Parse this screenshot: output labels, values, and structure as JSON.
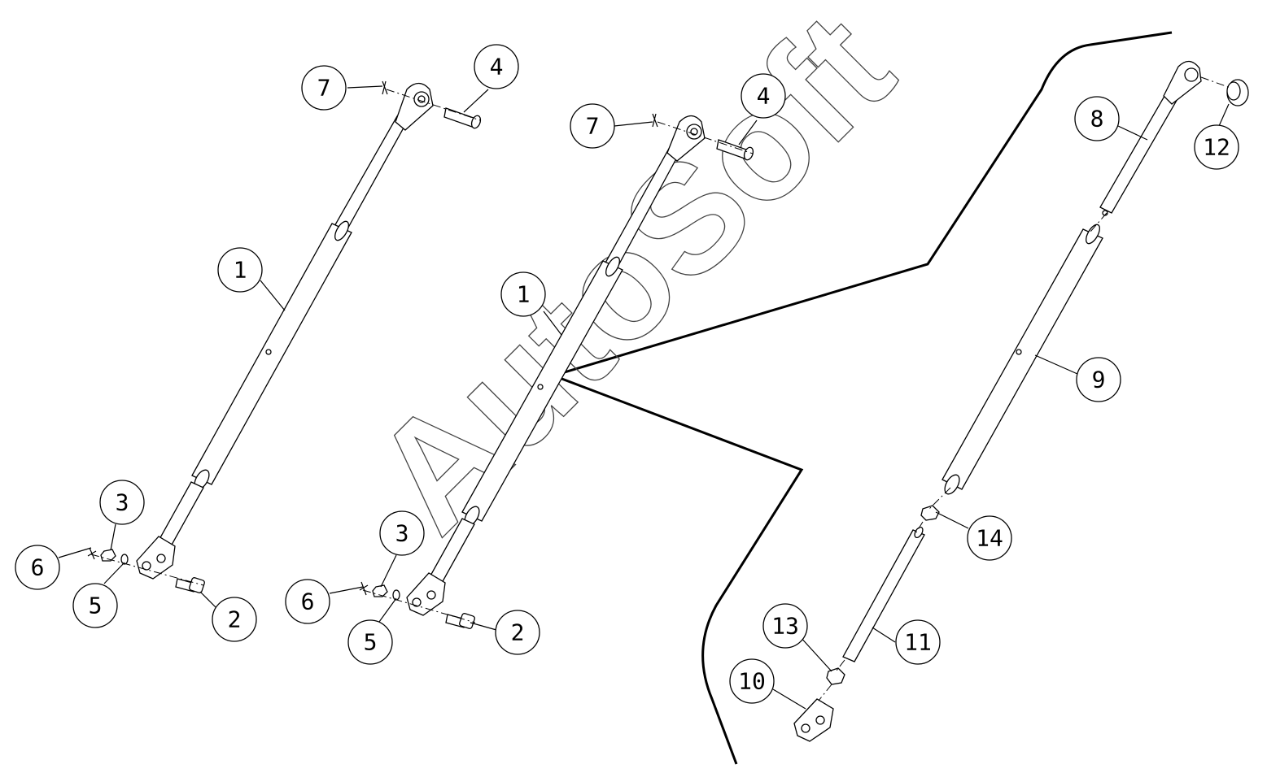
{
  "watermark": {
    "text": "AutoSoft"
  },
  "callouts": [
    {
      "id": "c7a",
      "label": "7"
    },
    {
      "id": "c4a",
      "label": "4"
    },
    {
      "id": "c1a",
      "label": "1"
    },
    {
      "id": "c3a",
      "label": "3"
    },
    {
      "id": "c6a",
      "label": "6"
    },
    {
      "id": "c5a",
      "label": "5"
    },
    {
      "id": "c2a",
      "label": "2"
    },
    {
      "id": "c7b",
      "label": "7"
    },
    {
      "id": "c4b",
      "label": "4"
    },
    {
      "id": "c1b",
      "label": "1"
    },
    {
      "id": "c3b",
      "label": "3"
    },
    {
      "id": "c6b",
      "label": "6"
    },
    {
      "id": "c5b",
      "label": "5"
    },
    {
      "id": "c2b",
      "label": "2"
    },
    {
      "id": "c8",
      "label": "8"
    },
    {
      "id": "c12",
      "label": "12"
    },
    {
      "id": "c9",
      "label": "9"
    },
    {
      "id": "c14",
      "label": "14"
    },
    {
      "id": "c13",
      "label": "13"
    },
    {
      "id": "c11",
      "label": "11"
    },
    {
      "id": "c10",
      "label": "10"
    }
  ]
}
